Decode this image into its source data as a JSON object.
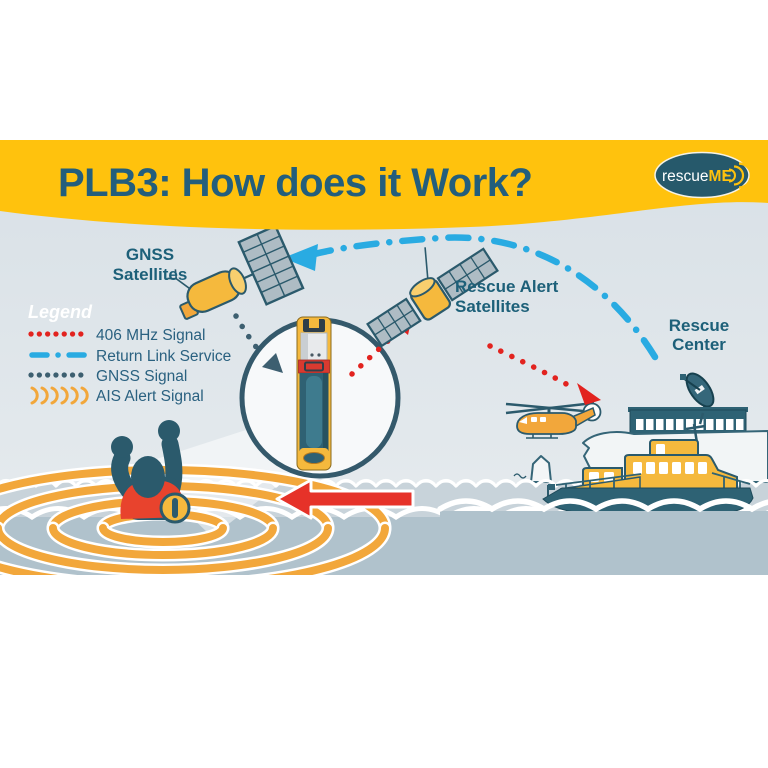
{
  "header": {
    "title": "PLB3: How does it Work?",
    "logo": {
      "prefix": "rescue",
      "suffix": "ME"
    }
  },
  "labels": {
    "gnss": {
      "line1": "GNSS",
      "line2": "Satellites"
    },
    "rescue_alert": {
      "line1": "Rescue Alert",
      "line2": "Satellites"
    },
    "rescue_center": {
      "line1": "Rescue",
      "line2": "Center"
    }
  },
  "legend": {
    "title": "Legend",
    "items": [
      {
        "label": "406 MHz Signal",
        "style": "red-dots",
        "color": "#e2231f"
      },
      {
        "label": "Return Link Service",
        "style": "dash-dot",
        "color": "#29abe2"
      },
      {
        "label": "GNSS Signal",
        "style": "dark-dots",
        "color": "#3d5f70"
      },
      {
        "label": "AIS Alert Signal",
        "style": "chevrons",
        "color": "#f2a73b"
      }
    ]
  },
  "colors": {
    "header_band": "#ffc20d",
    "title_text": "#235e7c",
    "label_text": "#1d6079",
    "sky": "#dde4e9",
    "water_far": "#c8d3da",
    "water_near": "#b0c2cc",
    "signal_red": "#e2231f",
    "signal_blue": "#29abe2",
    "signal_gnss": "#3d5f70",
    "signal_ais": "#f2a73b",
    "outline_teal": "#2b5a6c",
    "device_yellow": "#f5b93d",
    "vest_red": "#e8432d"
  }
}
